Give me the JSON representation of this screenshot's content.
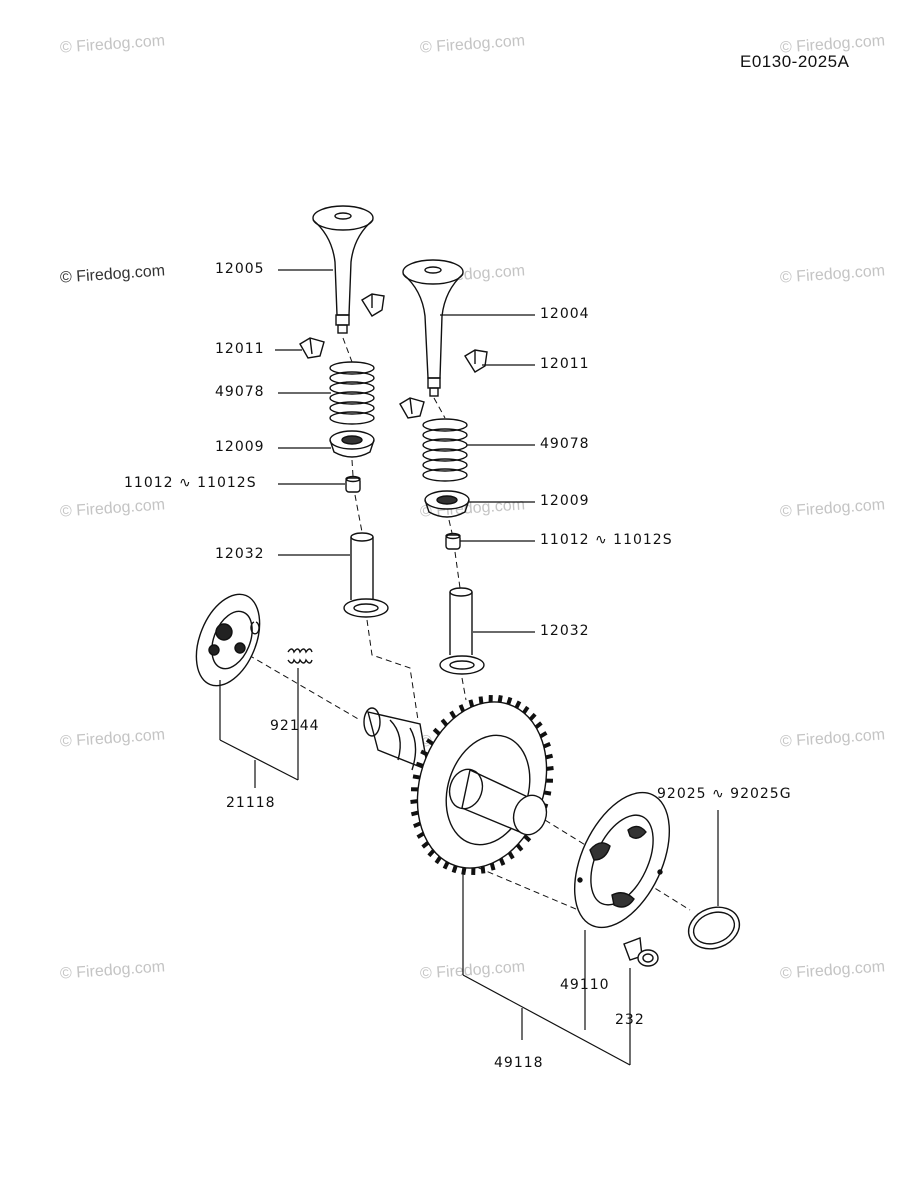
{
  "document_id": "E0130-2025A",
  "watermark": "© Firedog.com",
  "parts": {
    "valve_exhaust": "12005",
    "valve_intake": "12004",
    "collet_left": "12011",
    "collet_right": "12011",
    "spring_left": "49078",
    "spring_right": "49078",
    "retainer_left": "12009",
    "retainer_right": "12009",
    "shim_left": "11012 ∿ 11012S",
    "shim_right": "11012 ∿ 11012S",
    "tappet_left": "12032",
    "tappet_right": "12032",
    "spring_small": "92144",
    "decompressor_assy": "21118",
    "o_ring": "92025 ∿ 92025G",
    "weight_assy": "49110",
    "bolt": "232",
    "camshaft_assy": "49118"
  }
}
